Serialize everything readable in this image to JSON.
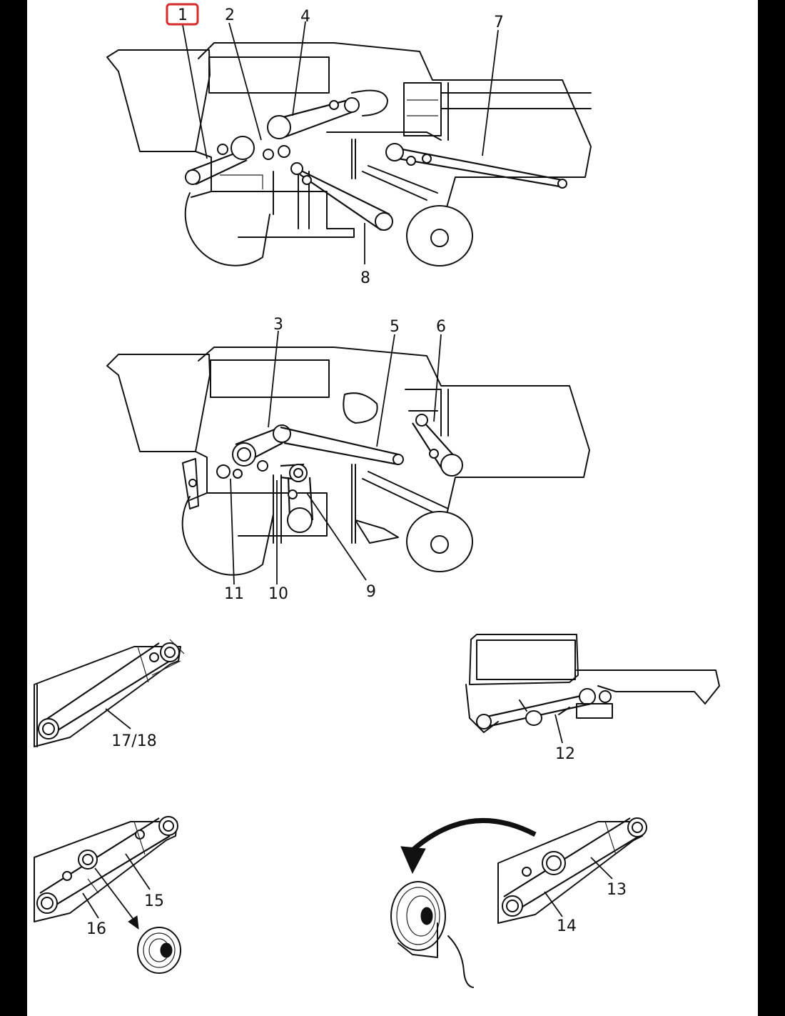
{
  "colors": {
    "background": "#000000",
    "sheet": "#ffffff",
    "ink": "#111111",
    "highlight": "#d62b2b"
  },
  "callouts": {
    "c1": "1",
    "c2": "2",
    "c3": "3",
    "c4": "4",
    "c5": "5",
    "c6": "6",
    "c7": "7",
    "c8": "8",
    "c9": "9",
    "c10": "10",
    "c11": "11",
    "c12": "12",
    "c13": "13",
    "c14": "14",
    "c15": "15",
    "c16": "16",
    "c17_18": "17/18"
  },
  "highlighted_callout": "1"
}
